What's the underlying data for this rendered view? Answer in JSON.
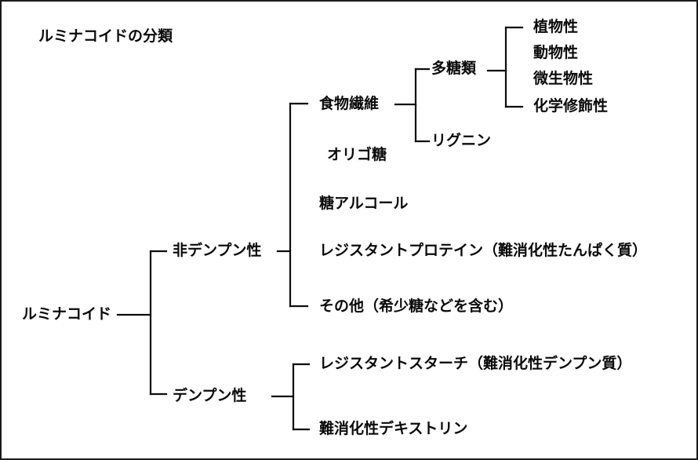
{
  "diagram": {
    "type": "tree",
    "title": "ルミナコイドの分類",
    "root": {
      "label": "ルミナコイド"
    },
    "level1": [
      {
        "label": "非デンプン性"
      },
      {
        "label": "デンプン性"
      }
    ],
    "non_starch_children": [
      {
        "label": "食物繊維"
      },
      {
        "label": "オリゴ糖"
      },
      {
        "label": "糖アルコール"
      },
      {
        "label": "レジスタントプロテイン（難消化性たんぱく質）"
      },
      {
        "label": "その他（希少糖などを含む）"
      }
    ],
    "dietary_fiber_children": [
      {
        "label": "多糖類"
      },
      {
        "label": "リグニン"
      }
    ],
    "polysaccharide_children": [
      {
        "label": "植物性"
      },
      {
        "label": "動物性"
      },
      {
        "label": "微生物性"
      },
      {
        "label": "化学修飾性"
      }
    ],
    "starch_children": [
      {
        "label": "レジスタントスターチ（難消化性デンプン質）"
      },
      {
        "label": "難消化性デキストリン"
      }
    ],
    "colors": {
      "background": "#ffffff",
      "text": "#0a0a0a",
      "line": "#0d0d0d",
      "border": "#1a1a1a"
    }
  }
}
